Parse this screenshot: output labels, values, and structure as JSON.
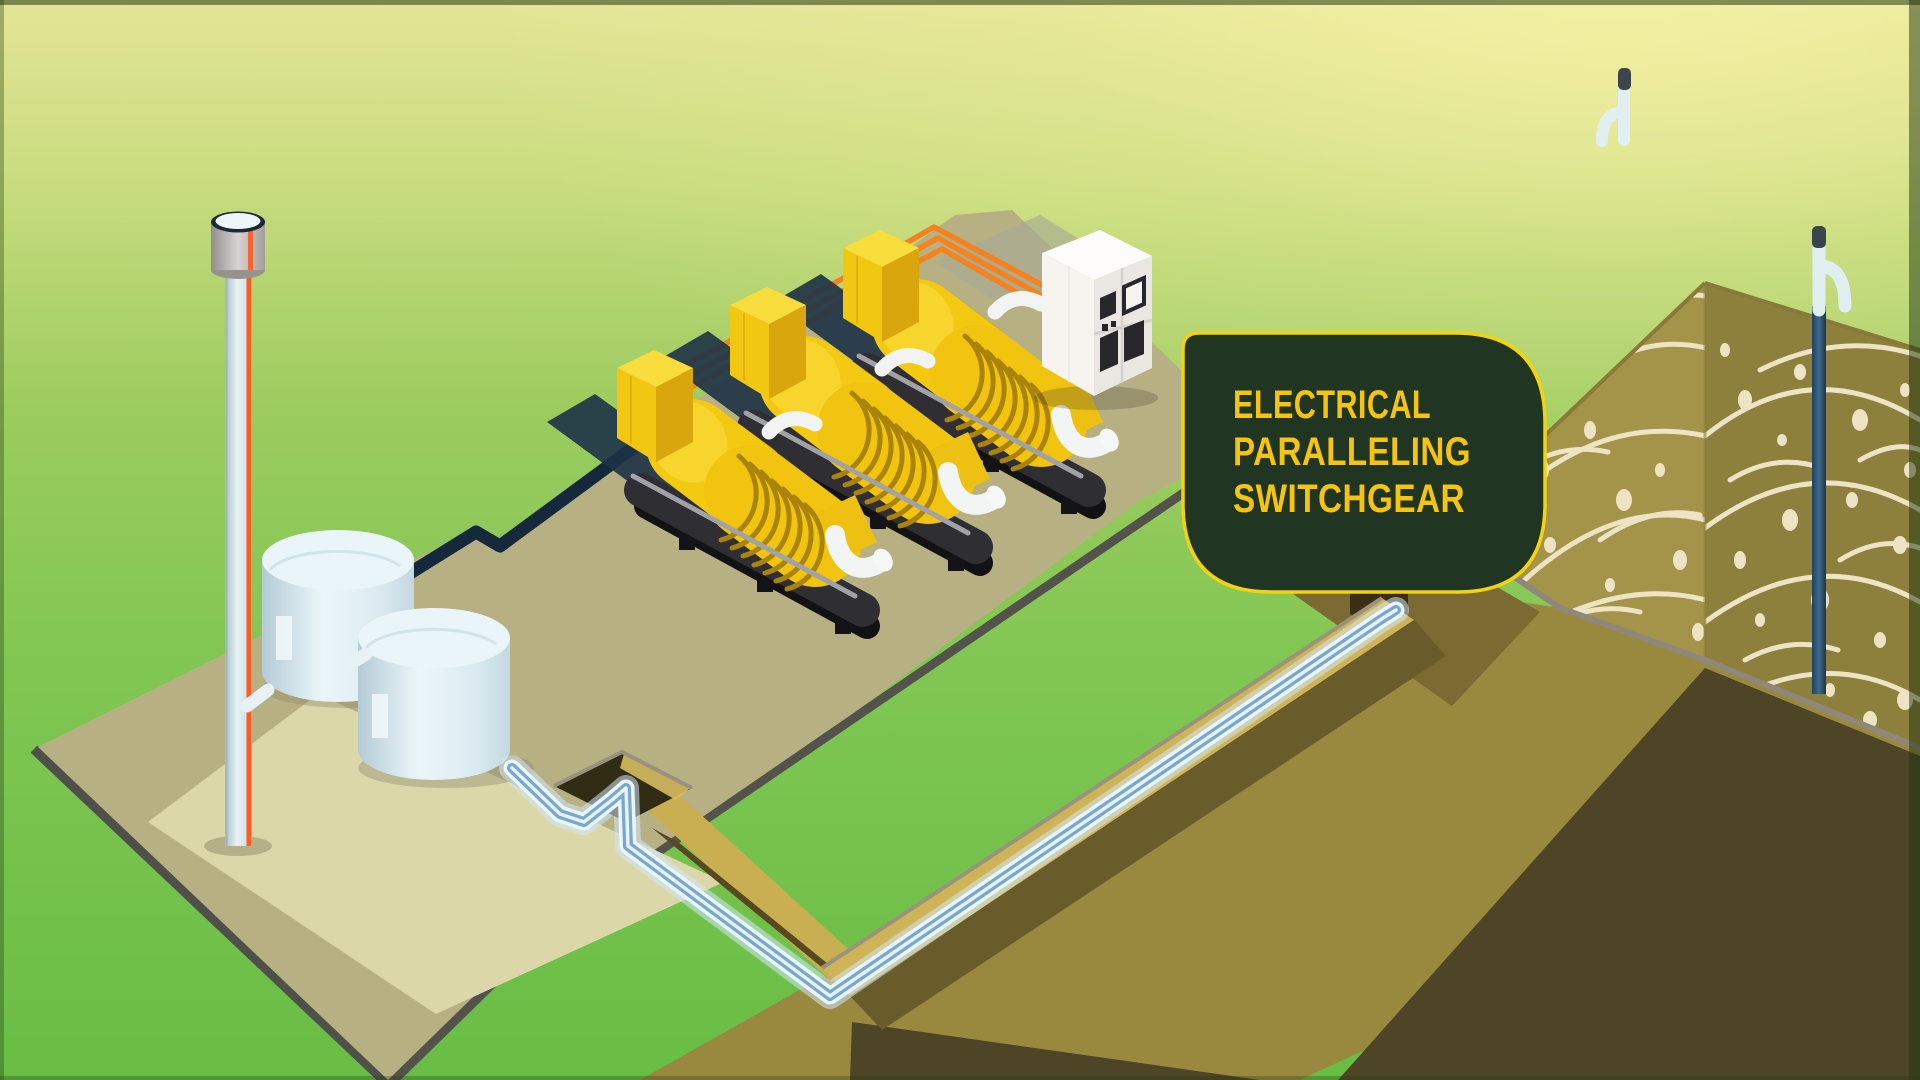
{
  "scene": {
    "label_card": {
      "lines": [
        "ELECTRICAL",
        "PARALLELING",
        "SWITCHGEAR"
      ]
    },
    "objects": {
      "generator_sets": 3,
      "fuel_tanks": 2,
      "gas_wellheads": 2,
      "flare_stack": 1,
      "switchgear_cabinet": 1,
      "landfill_cell": 1
    }
  },
  "palette": {
    "grass_top": "#e9e79c",
    "grass_mid": "#94c95c",
    "grass_bottom": "#6cc04a",
    "pad_khaki": "#b7b083",
    "pad_inner": "#dbd7a8",
    "genset_yellow": "#f3c912",
    "genset_yellow_dark": "#d9a70d",
    "genset_skid": "#2e2e33",
    "cable_orange": "#f5821e",
    "tank_body": "#e6f1f6",
    "stack_stripe": "#ff5a22",
    "gas_pipe_navy": "#16293c",
    "collection_pipe_core": "#eef8ff",
    "collection_pipe_glow": "#7fb2e0",
    "trench_tan": "#cfb457",
    "trench_shadow": "#6a5c2a",
    "pit_wall": "#98893f",
    "pit_floor": "#4e4426",
    "landfill_left": "#a3944a",
    "landfill_right": "#8d7f3c",
    "landfill_pattern": "#eee3c4",
    "switchgear_white": "#f7f4f0",
    "switchgear_panel": "#26262b",
    "label_bg": "#203522",
    "label_border": "#f2d211",
    "label_text": "#f4c411"
  }
}
